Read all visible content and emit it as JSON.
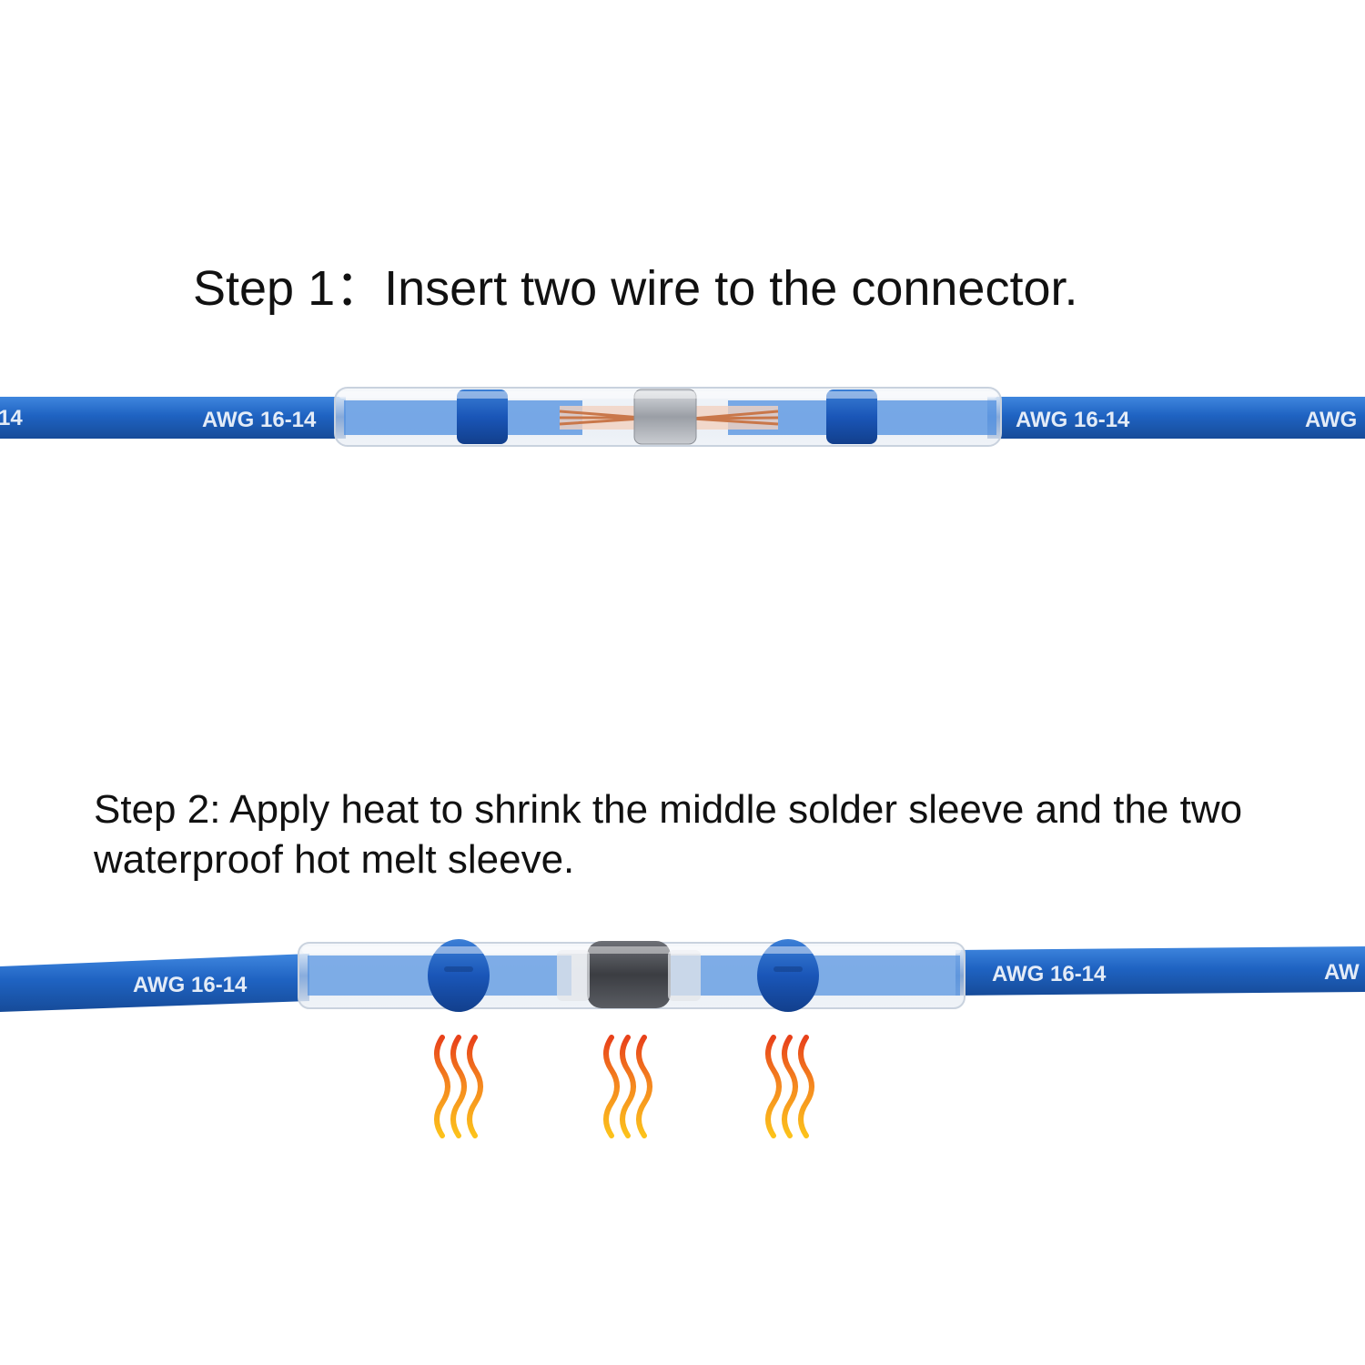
{
  "step1": {
    "title": "Step 1：Insert two wire to the connector.",
    "wire_labels": [
      "14",
      "AWG 16-14",
      "AWG 16-14",
      "AWG"
    ]
  },
  "step2": {
    "title": "Step 2: Apply heat to shrink the middle solder sleeve and the two waterproof hot melt sleeve.",
    "wire_labels": [
      "AWG 16-14",
      "AWG 16-14",
      "AW"
    ]
  },
  "colors": {
    "wire_blue": "#1f63c2",
    "melt_ring_blue": "#1a56b8",
    "copper": "#c9774a",
    "solder_grey": "#9a9ea5",
    "heat_orange": "#f06a1d",
    "heat_yellow": "#fcc21b"
  },
  "icons": [
    "heat-waves-icon",
    "heat-waves-icon",
    "heat-waves-icon"
  ]
}
